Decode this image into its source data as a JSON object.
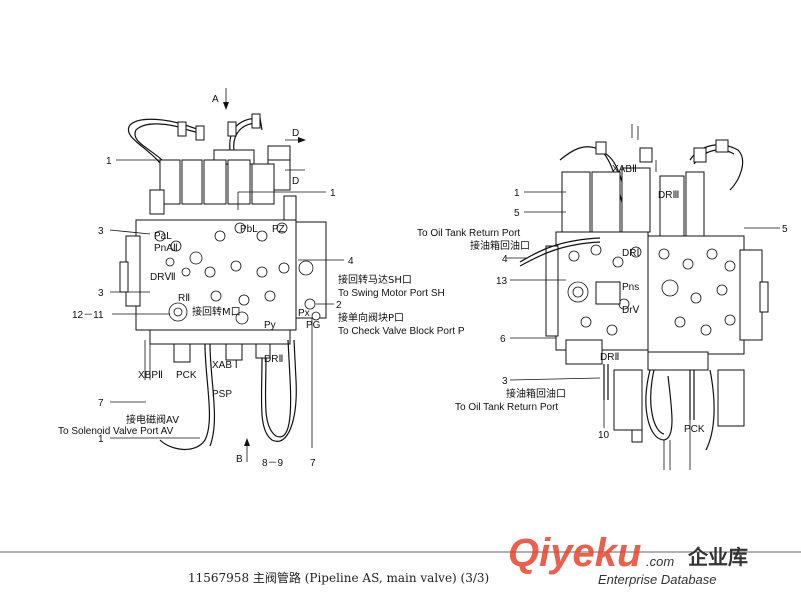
{
  "labels_left": {
    "view_a": "A",
    "view_b": "B",
    "view_d1": "D",
    "view_d2": "D",
    "n1a": "1",
    "n1b": "1",
    "n1c": "1",
    "n3a": "3",
    "n3b": "3",
    "n4": "4",
    "n2": "2",
    "n7a": "7",
    "n7b": "7",
    "n12_11": "12－11",
    "n8_9": "8－9",
    "pal": "PaL",
    "pna2": "PnAⅡ",
    "dr7": "DRⅦ",
    "r2": "RⅡ",
    "pbl": "PbL",
    "pz": "PZ",
    "px": "Px",
    "py": "Py",
    "pg": "PG",
    "xbp2": "XBPⅡ",
    "pck": "PCK",
    "xab1": "XAB Ⅰ",
    "dr2": "DRⅡ",
    "psp": "PSP",
    "to_m": "接回转M口",
    "to_sh_cn": "接回转马达SH口",
    "to_sh_en": "To Swing Motor Port SH",
    "to_p_cn": "接单向阀块P口",
    "to_p_en": "To Check Valve Block Port P",
    "to_av_cn": "接电磁阀AV",
    "to_av_en": "To Solenoid Valve Port AV"
  },
  "labels_right": {
    "xab2": "XABⅡ",
    "dr3": "DRⅢ",
    "dr1": "DRⅠ",
    "pns": "Pns",
    "dr5": "DrⅤ",
    "dr2": "DRⅡ",
    "pck": "PCK",
    "n1": "1",
    "n5a": "5",
    "n5b": "5",
    "n4": "4",
    "n13": "13",
    "n6": "6",
    "n3": "3",
    "n10": "10",
    "tank1_en": "To Oil Tank Return Port",
    "tank1_cn": "接油箱回油口",
    "tank2_cn": "接油箱回油口",
    "tank2_en": "To Oil Tank Return Port"
  },
  "caption": "11567958 主阀管路 (Pipeline AS, main valve) (3/3)",
  "watermark": {
    "brand": "Qiyeku",
    "domain": ".com",
    "cn": "企业库",
    "sub": "Enterprise Database"
  }
}
